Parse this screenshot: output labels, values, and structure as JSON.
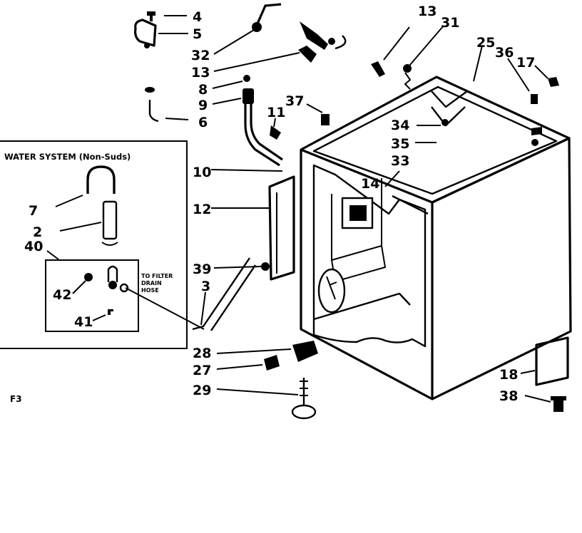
{
  "inset": {
    "title": "WATER SYSTEM (Non-Suds)",
    "note_lines": [
      "TO FILTER",
      "DRAIN",
      "HOSE"
    ]
  },
  "figure_ref": "F3",
  "callouts": {
    "c4": "4",
    "c5": "5",
    "c32": "32",
    "c13a": "13",
    "c8": "8",
    "c9": "9",
    "c6": "6",
    "c11": "11",
    "c37": "37",
    "c13b": "13",
    "c31": "31",
    "c25": "25",
    "c36": "36",
    "c17": "17",
    "c34": "34",
    "c35": "35",
    "c33": "33",
    "c14": "14",
    "c10": "10",
    "c12": "12",
    "c39": "39",
    "c3": "3",
    "c7": "7",
    "c2": "2",
    "c40": "40",
    "c42": "42",
    "c41": "41",
    "c28": "28",
    "c27": "27",
    "c29": "29",
    "c18": "18",
    "c38": "38"
  }
}
